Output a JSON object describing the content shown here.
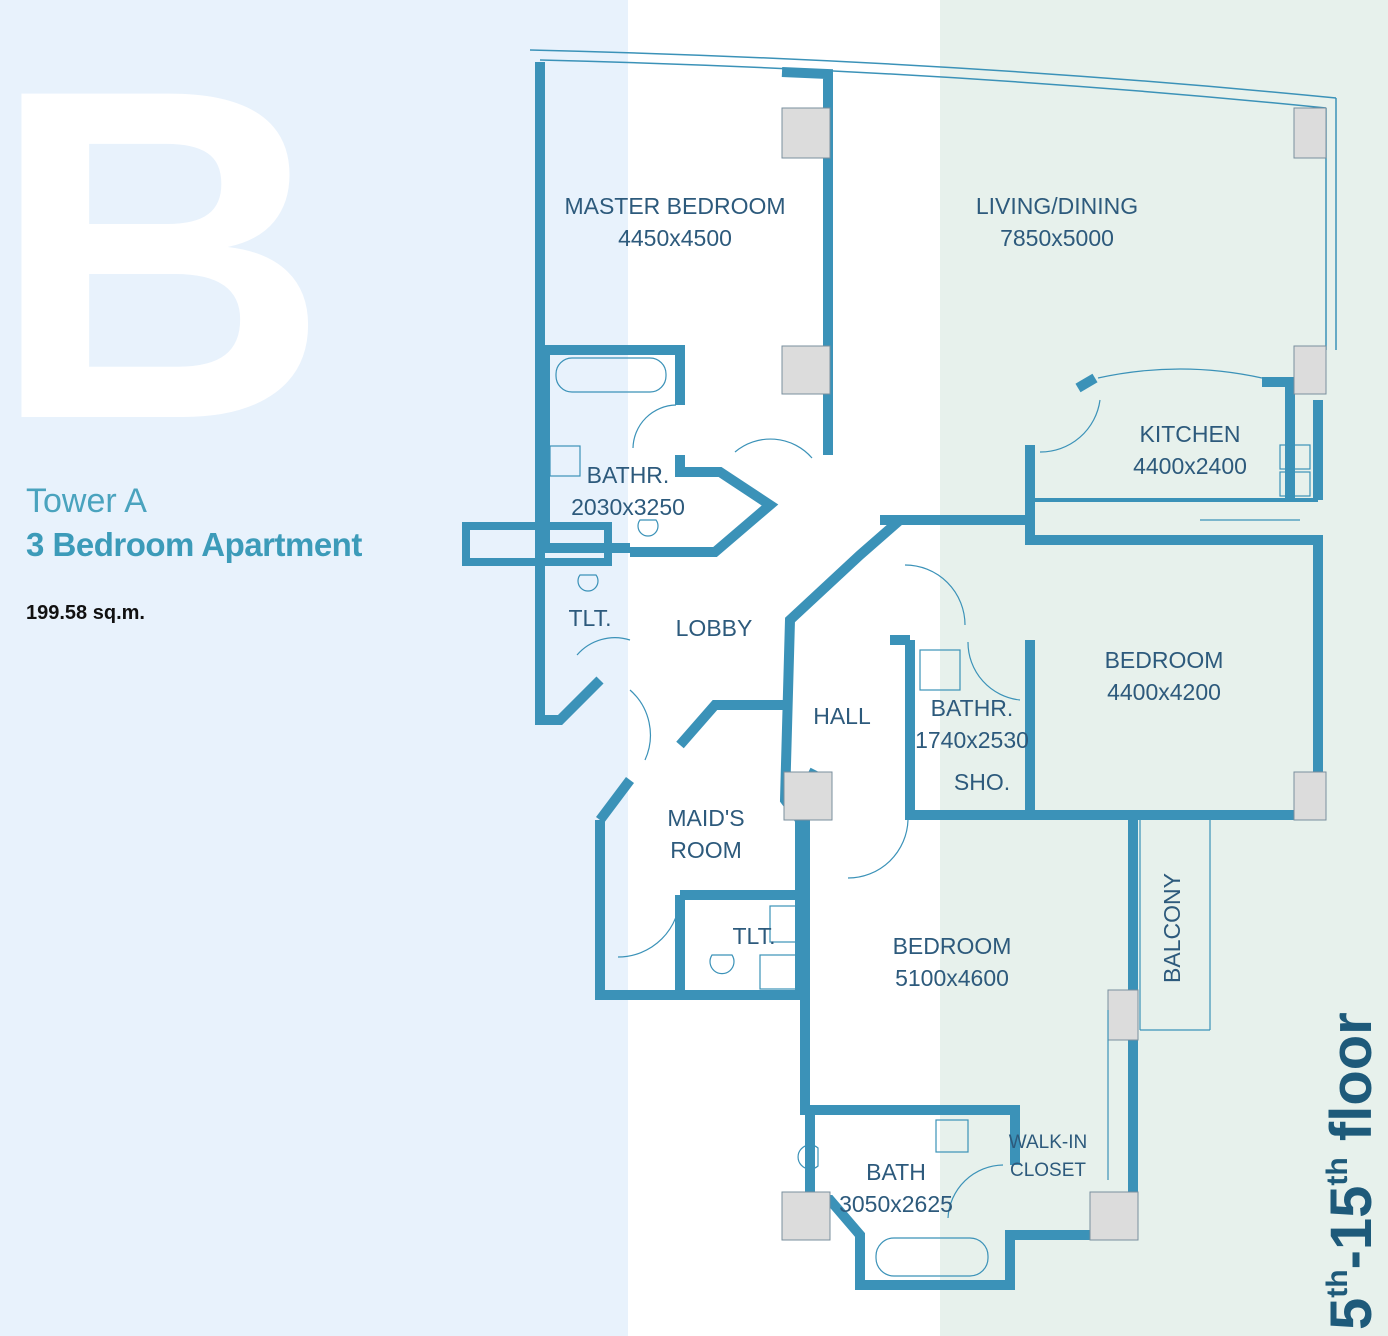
{
  "unit_letter": "B",
  "tower": "Tower A",
  "apartment_type": "3 Bedroom Apartment",
  "area": "199.58 sq.m.",
  "floor": {
    "n1": "5",
    "s1": "th",
    "sep": "-",
    "n2": "15",
    "s2": "th",
    "word": "floor"
  },
  "rooms": {
    "master_bedroom": {
      "name": "MASTER BEDROOM",
      "dims": "4450x4500"
    },
    "living_dining": {
      "name": "LIVING/DINING",
      "dims": "7850x5000"
    },
    "kitchen": {
      "name": "KITCHEN",
      "dims": "4400x2400"
    },
    "bathr_master": {
      "name": "BATHR.",
      "dims": "2030x3250"
    },
    "tlt_lobby": {
      "name": "TLT."
    },
    "lobby": {
      "name": "LOBBY"
    },
    "hall": {
      "name": "HALL"
    },
    "bathr_2": {
      "name": "BATHR.",
      "dims": "1740x2530"
    },
    "sho": {
      "name": "SHO."
    },
    "bedroom_2": {
      "name": "BEDROOM",
      "dims": "4400x4200"
    },
    "maids_room": {
      "name": "MAID'S",
      "name2": "ROOM"
    },
    "tlt_maid": {
      "name": "TLT."
    },
    "bedroom_3": {
      "name": "BEDROOM",
      "dims": "5100x4600"
    },
    "balcony": {
      "name": "BALCONY"
    },
    "walk_in": {
      "name": "WALK-IN",
      "name2": "CLOSET"
    },
    "bath": {
      "name": "BATH",
      "dims": "3050x2625"
    }
  },
  "colors": {
    "wall": "#3b92b8",
    "wall_dark": "#2a6f93",
    "column": "#dcdcdc",
    "label": "#2d5a7c",
    "accent_text": "#4aa3be",
    "floor_text": "#1e5a7a"
  }
}
